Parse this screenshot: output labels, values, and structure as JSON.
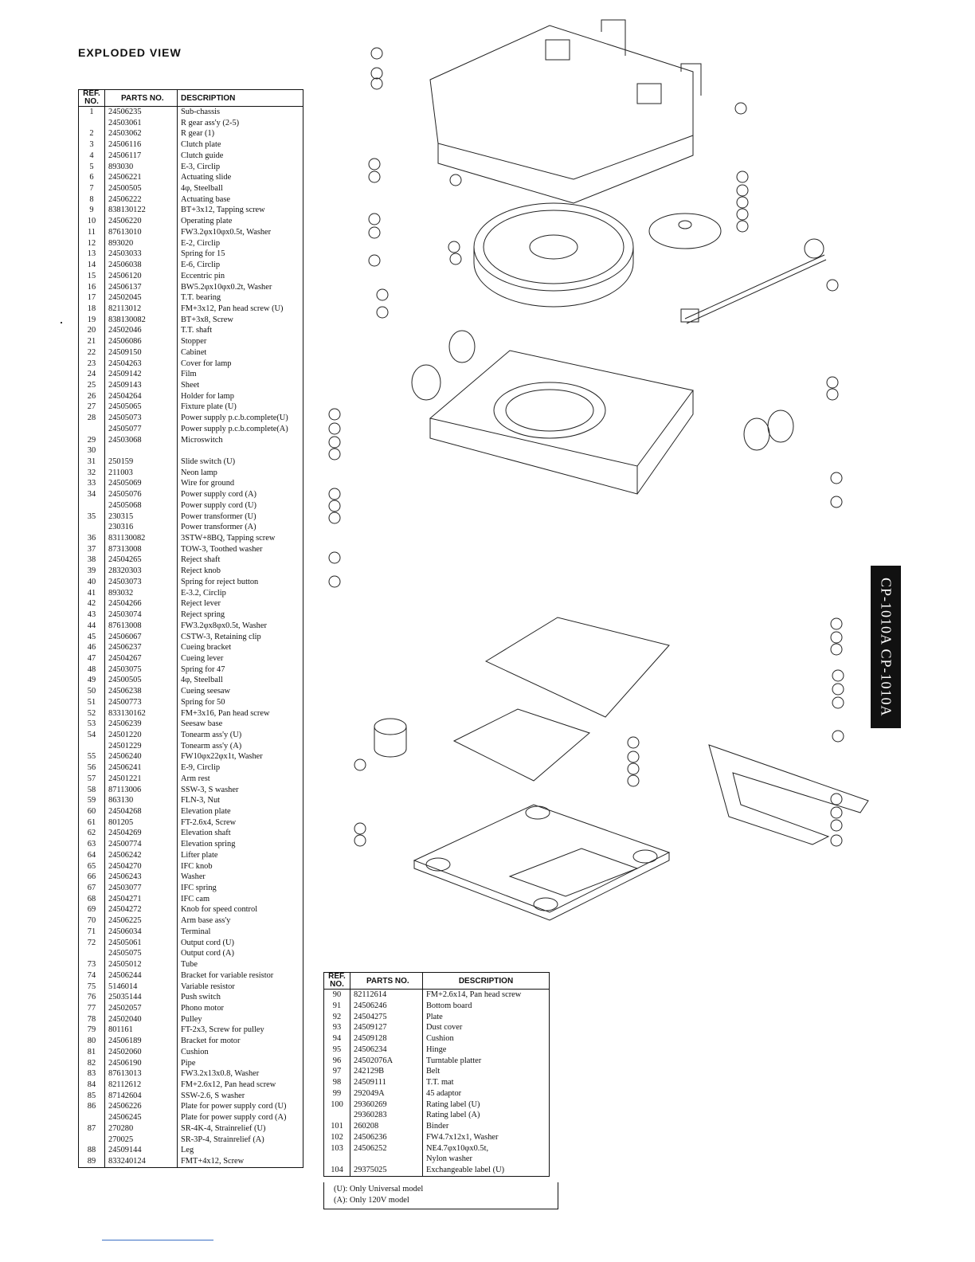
{
  "title": "EXPLODED VIEW",
  "headers": {
    "ref": "REF. NO.",
    "parts": "PARTS NO.",
    "desc": "DESCRIPTION"
  },
  "side_tab": "CP-1010A  CP-1010A",
  "table1": [
    [
      "1",
      "24506235",
      "Sub-chassis"
    ],
    [
      "",
      "24503061",
      "R gear ass'y (2-5)"
    ],
    [
      "2",
      "24503062",
      "R gear (1)"
    ],
    [
      "3",
      "24506116",
      "Clutch plate"
    ],
    [
      "4",
      "24506117",
      "Clutch guide"
    ],
    [
      "5",
      "893030",
      "E-3, Circlip"
    ],
    [
      "6",
      "24506221",
      "Actuating slide"
    ],
    [
      "7",
      "24500505",
      "4φ, Steelball"
    ],
    [
      "8",
      "24506222",
      "Actuating base"
    ],
    [
      "9",
      "838130122",
      "BT+3x12, Tapping screw"
    ],
    [
      "10",
      "24506220",
      "Operating plate"
    ],
    [
      "11",
      "87613010",
      "FW3.2φx10φx0.5t, Washer"
    ],
    [
      "12",
      "893020",
      "E-2, Circlip"
    ],
    [
      "13",
      "24503033",
      "Spring for 15"
    ],
    [
      "14",
      "24506038",
      "E-6, Circlip"
    ],
    [
      "15",
      "24506120",
      "Eccentric pin"
    ],
    [
      "16",
      "24506137",
      "BW5.2φx10φx0.2t, Washer"
    ],
    [
      "17",
      "24502045",
      "T.T. bearing"
    ],
    [
      "18",
      "82113012",
      "FM+3x12, Pan head screw (U)"
    ],
    [
      "19",
      "838130082",
      "BT+3x8, Screw"
    ],
    [
      "20",
      "24502046",
      "T.T. shaft"
    ],
    [
      "21",
      "24506086",
      "Stopper"
    ],
    [
      "22",
      "24509150",
      "Cabinet"
    ],
    [
      "23",
      "24504263",
      "Cover for lamp"
    ],
    [
      "24",
      "24509142",
      "Film"
    ],
    [
      "25",
      "24509143",
      "Sheet"
    ],
    [
      "26",
      "24504264",
      "Holder for lamp"
    ],
    [
      "27",
      "24505065",
      "Fixture plate (U)"
    ],
    [
      "28",
      "24505073",
      "Power supply p.c.b.complete(U)"
    ],
    [
      "",
      "24505077",
      "Power supply p.c.b.complete(A)"
    ],
    [
      "29",
      "24503068",
      "Microswitch"
    ],
    [
      "30",
      "",
      ""
    ],
    [
      "31",
      "250159",
      "Slide switch (U)"
    ],
    [
      "32",
      "211003",
      "Neon lamp"
    ],
    [
      "33",
      "24505069",
      "Wire for ground"
    ],
    [
      "34",
      "24505076",
      "Power supply cord (A)"
    ],
    [
      "",
      "24505068",
      "Power supply cord (U)"
    ],
    [
      "35",
      "230315",
      "Power transformer (U)"
    ],
    [
      "",
      "230316",
      "Power transformer (A)"
    ],
    [
      "36",
      "831130082",
      "3STW+8BQ, Tapping screw"
    ],
    [
      "37",
      "87313008",
      "TOW-3, Toothed washer"
    ],
    [
      "38",
      "24504265",
      "Reject shaft"
    ],
    [
      "39",
      "28320303",
      "Reject knob"
    ],
    [
      "40",
      "24503073",
      "Spring for reject button"
    ],
    [
      "41",
      "893032",
      "E-3.2, Circlip"
    ],
    [
      "42",
      "24504266",
      "Reject lever"
    ],
    [
      "43",
      "24503074",
      "Reject spring"
    ],
    [
      "44",
      "87613008",
      "FW3.2φx8φx0.5t, Washer"
    ],
    [
      "45",
      "24506067",
      "CSTW-3, Retaining clip"
    ],
    [
      "46",
      "24506237",
      "Cueing bracket"
    ],
    [
      "47",
      "24504267",
      "Cueing lever"
    ],
    [
      "48",
      "24503075",
      "Spring for 47"
    ],
    [
      "49",
      "24500505",
      "4φ, Steelball"
    ],
    [
      "50",
      "24506238",
      "Cueing seesaw"
    ],
    [
      "51",
      "24500773",
      "Spring for 50"
    ],
    [
      "52",
      "833130162",
      "FM+3x16, Pan head screw"
    ],
    [
      "53",
      "24506239",
      "Seesaw base"
    ],
    [
      "54",
      "24501220",
      "Tonearm ass'y (U)"
    ],
    [
      "",
      "24501229",
      "Tonearm ass'y (A)"
    ],
    [
      "55",
      "24506240",
      "FW10φx22φx1t, Washer"
    ],
    [
      "56",
      "24506241",
      "E-9, Circlip"
    ],
    [
      "57",
      "24501221",
      "Arm rest"
    ],
    [
      "58",
      "87113006",
      "SSW-3, S washer"
    ],
    [
      "59",
      "863130",
      "FLN-3, Nut"
    ],
    [
      "60",
      "24504268",
      "Elevation plate"
    ],
    [
      "61",
      "801205",
      "FT-2.6x4, Screw"
    ],
    [
      "62",
      "24504269",
      "Elevation shaft"
    ],
    [
      "63",
      "24500774",
      "Elevation spring"
    ],
    [
      "64",
      "24506242",
      "Lifter plate"
    ],
    [
      "65",
      "24504270",
      "IFC knob"
    ],
    [
      "66",
      "24506243",
      "Washer"
    ],
    [
      "67",
      "24503077",
      "IFC spring"
    ],
    [
      "68",
      "24504271",
      "IFC cam"
    ],
    [
      "69",
      "24504272",
      "Knob for speed control"
    ],
    [
      "70",
      "24506225",
      "Arm base ass'y"
    ],
    [
      "71",
      "24506034",
      "Terminal"
    ],
    [
      "72",
      "24505061",
      "Output cord (U)"
    ],
    [
      "",
      "24505075",
      "Output cord (A)"
    ],
    [
      "73",
      "24505012",
      "Tube"
    ],
    [
      "74",
      "24506244",
      "Bracket for variable resistor"
    ],
    [
      "75",
      "5146014",
      "Variable resistor"
    ],
    [
      "76",
      "25035144",
      "Push switch"
    ],
    [
      "77",
      "24502057",
      "Phono motor"
    ],
    [
      "78",
      "24502040",
      "Pulley"
    ],
    [
      "79",
      "801161",
      "FT-2x3, Screw for pulley"
    ],
    [
      "80",
      "24506189",
      "Bracket for motor"
    ],
    [
      "81",
      "24502060",
      "Cushion"
    ],
    [
      "82",
      "24506190",
      "Pipe"
    ],
    [
      "83",
      "87613013",
      "FW3.2x13x0.8, Washer"
    ],
    [
      "84",
      "82112612",
      "FM+2.6x12, Pan head screw"
    ],
    [
      "85",
      "87142604",
      "SSW-2.6, S washer"
    ],
    [
      "86",
      "24506226",
      "Plate for power supply cord (U)"
    ],
    [
      "",
      "24506245",
      "Plate for power supply cord (A)"
    ],
    [
      "87",
      "270280",
      "SR-4K-4, Strainrelief (U)"
    ],
    [
      "",
      "270025",
      "SR-3P-4, Strainrelief (A)"
    ],
    [
      "88",
      "24509144",
      "Leg"
    ],
    [
      "89",
      "833240124",
      "FMT+4x12, Screw"
    ]
  ],
  "table2": [
    [
      "90",
      "82112614",
      "FM+2.6x14, Pan head screw"
    ],
    [
      "91",
      "24506246",
      "Bottom board"
    ],
    [
      "92",
      "24504275",
      "Plate"
    ],
    [
      "93",
      "24509127",
      "Dust cover"
    ],
    [
      "94",
      "24509128",
      "Cushion"
    ],
    [
      "95",
      "24506234",
      "Hinge"
    ],
    [
      "96",
      "24502076A",
      "Turntable platter"
    ],
    [
      "97",
      "242129B",
      "Belt"
    ],
    [
      "98",
      "24509111",
      "T.T. mat"
    ],
    [
      "99",
      "292049A",
      "45 adaptor"
    ],
    [
      "100",
      "29360269",
      "Rating label (U)"
    ],
    [
      "",
      "29360283",
      "Rating label (A)"
    ],
    [
      "101",
      "260208",
      "Binder"
    ],
    [
      "102",
      "24506236",
      "FW4.7x12x1, Washer"
    ],
    [
      "103",
      "24506252",
      "NE4.7φx10φx0.5t,"
    ],
    [
      "",
      "",
      "Nylon washer"
    ],
    [
      "104",
      "29375025",
      "Exchangeable label (U)"
    ]
  ],
  "notes": [
    "(U): Only Universal model",
    "(A): Only 120V model"
  ]
}
